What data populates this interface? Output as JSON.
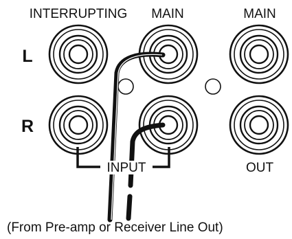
{
  "diagram": {
    "columns": {
      "interrupting": "INTERRUPTING",
      "main_input": "MAIN",
      "main_output": "MAIN"
    },
    "rows": {
      "left": "L",
      "right": "R"
    },
    "groups": {
      "input": "INPUT",
      "output": "OUT"
    },
    "caption": "(From Pre-amp or Receiver Line Out)",
    "colors": {
      "ink": "#111111",
      "background": "#ffffff"
    }
  }
}
